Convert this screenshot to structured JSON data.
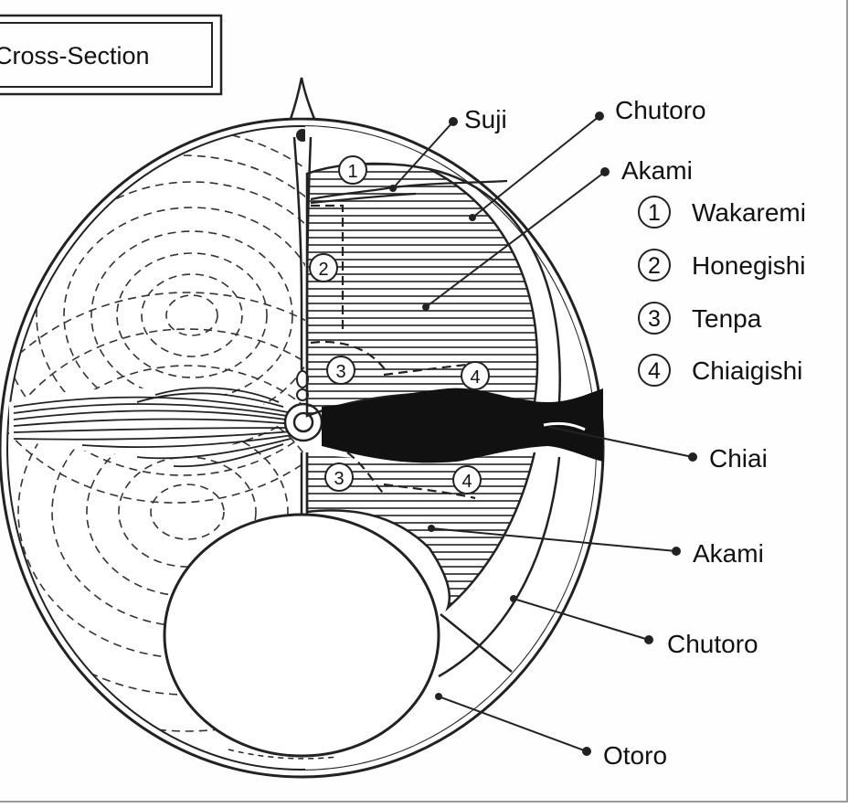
{
  "title": "Cross-Section",
  "labels": {
    "suji": "Suji",
    "chutoro_top": "Chutoro",
    "akami_top": "Akami",
    "chiai": "Chiai",
    "akami_bottom": "Akami",
    "chutoro_bottom": "Chutoro",
    "otoro": "Otoro"
  },
  "legend": [
    {
      "num": "1",
      "label": "Wakaremi"
    },
    {
      "num": "2",
      "label": "Honegishi"
    },
    {
      "num": "3",
      "label": "Tenpa"
    },
    {
      "num": "4",
      "label": "Chiaigishi"
    }
  ],
  "region_numbers": {
    "wakaremi": "1",
    "honegishi": "2",
    "tenpa_upper": "3",
    "chiaigishi_upper": "4",
    "tenpa_lower": "3",
    "chiaigishi_lower": "4"
  }
}
